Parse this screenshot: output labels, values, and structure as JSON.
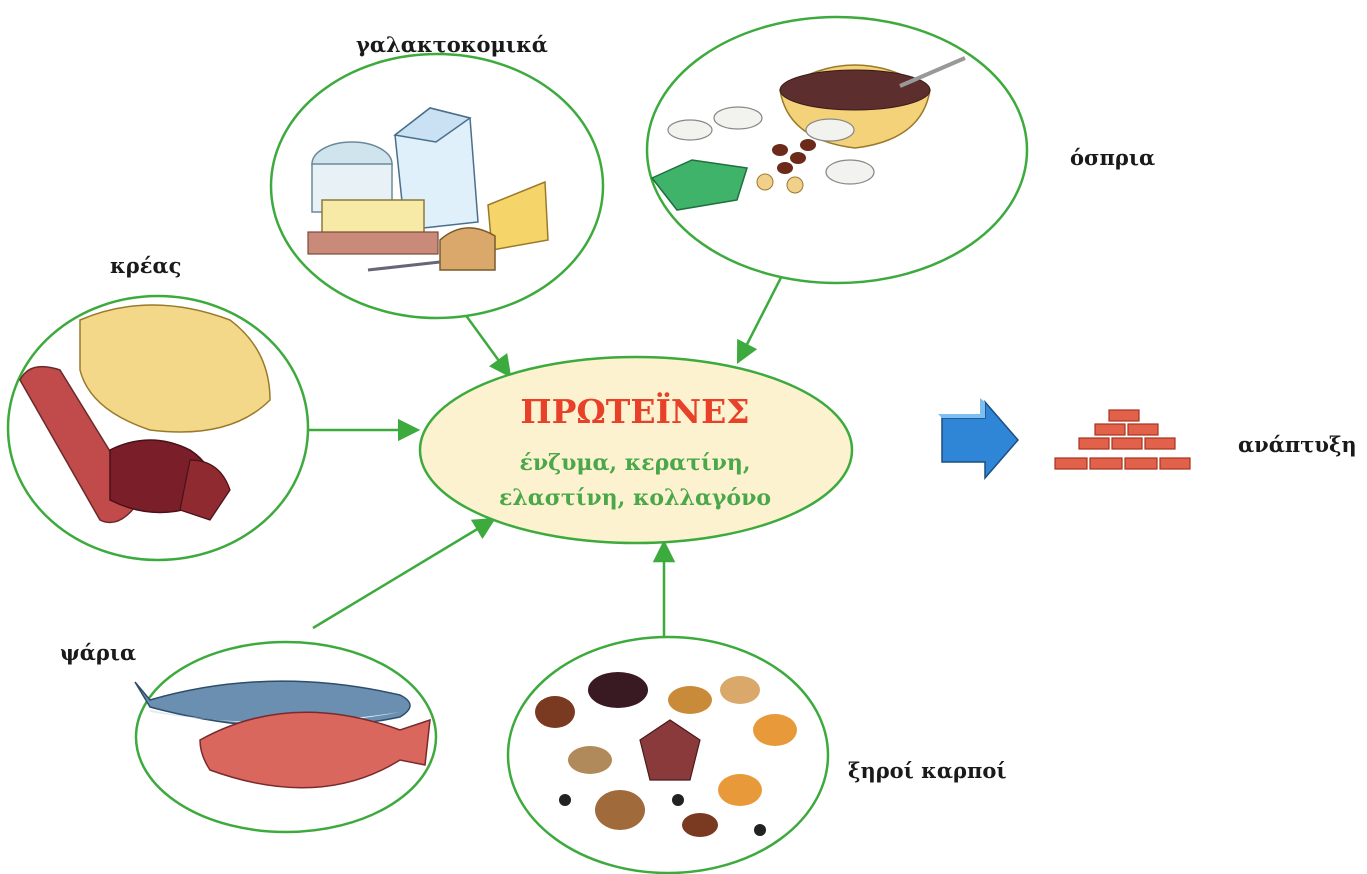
{
  "center": {
    "title": "ΠΡΩΤΕΪΝΕΣ",
    "line1": "ένζυμα, κερατίνη,",
    "line2": "ελαστίνη, κολλαγόνο"
  },
  "sources": {
    "dairy": "γαλακτοκομικά",
    "legumes": "όσπρια",
    "meat": "κρέας",
    "fish": "ψάρια",
    "nuts": "ξηροί καρποί"
  },
  "outcome": "ανάπτυξη",
  "colors": {
    "circle_stroke": "#3daa3d",
    "arrow": "#3daa3d",
    "center_fill": "#fdf2cf",
    "title": "#e8412a",
    "subtitle": "#4aa84a",
    "block_arrow": "#2f86d6",
    "brick": "#e2614a"
  },
  "icons": {
    "dairy": "dairy-products-icon",
    "legumes": "legumes-bowl-icon",
    "meat": "meat-chicken-icon",
    "fish": "fish-icon",
    "nuts": "dried-fruits-nuts-icon",
    "growth": "brick-wall-icon",
    "arrow": "blue-block-arrow-icon"
  }
}
